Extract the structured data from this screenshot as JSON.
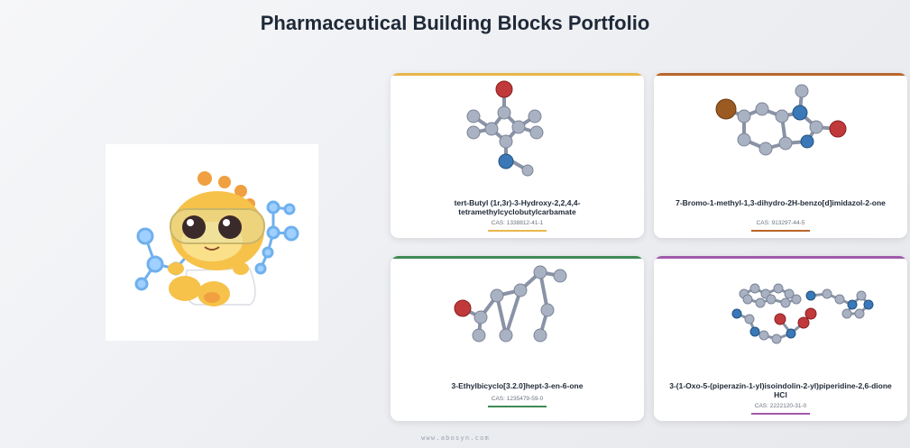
{
  "page": {
    "title": "Pharmaceutical Building Blocks Portfolio",
    "footer": "www.abosyn.com"
  },
  "mascot": {
    "icon": "dinosaur-scientist-mascot-icon",
    "goggle_color": "#d9c47a",
    "body_color": "#f6c24a"
  },
  "products": [
    {
      "name": "tert-Butyl (1r,3r)-3-Hydroxy-2,2,4,4-tetramethylcyclobutylcarbamate",
      "cas": "CAS: 1338812-41-1",
      "accent": "#e8b64a"
    },
    {
      "name": "7-Bromo-1-methyl-1,3-dihydro-2H-benzo[d]imidazol-2-one",
      "cas": "CAS: 913297-44-5",
      "accent": "#b8652a"
    },
    {
      "name": "3-Ethylbicyclo[3.2.0]hept-3-en-6-one",
      "cas": "CAS: 1235479-59-0",
      "accent": "#3e8a55"
    },
    {
      "name": "3-(1-Oxo-5-(piperazin-1-yl)isoindolin-2-yl)piperidine-2,6-dione HCl",
      "cas": "CAS: 2222120-31-0",
      "accent": "#a05aaa"
    }
  ],
  "atom_colors": {
    "carbon": "#a9b2c3",
    "oxygen": "#c0393b",
    "nitrogen": "#3a78b8",
    "bromine": "#9b5a22"
  }
}
